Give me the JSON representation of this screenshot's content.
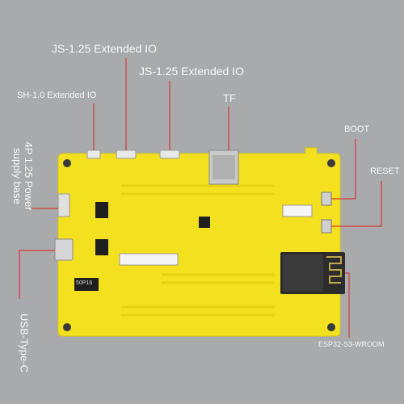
{
  "labels": {
    "js_io_left": "JS-1.25 Extended IO",
    "js_io_right": "JS-1.25 Extended IO",
    "sh_io": "SH-1.0 Extended IO",
    "tf": "TF",
    "power_base": "4P 1.25 Power supply base",
    "boot": "BOOT",
    "reset": "RESET",
    "usb_type_c": "USB-Type-C",
    "esp_module": "ESP32-S3-WROOM"
  },
  "board_markings": {
    "chip_label": "50P16"
  },
  "colors": {
    "background": "#a9aaab",
    "board": "#f3e01f",
    "leader_line": "#d23a3a",
    "label_text": "#ffffff",
    "module": "#2c2c2c"
  }
}
